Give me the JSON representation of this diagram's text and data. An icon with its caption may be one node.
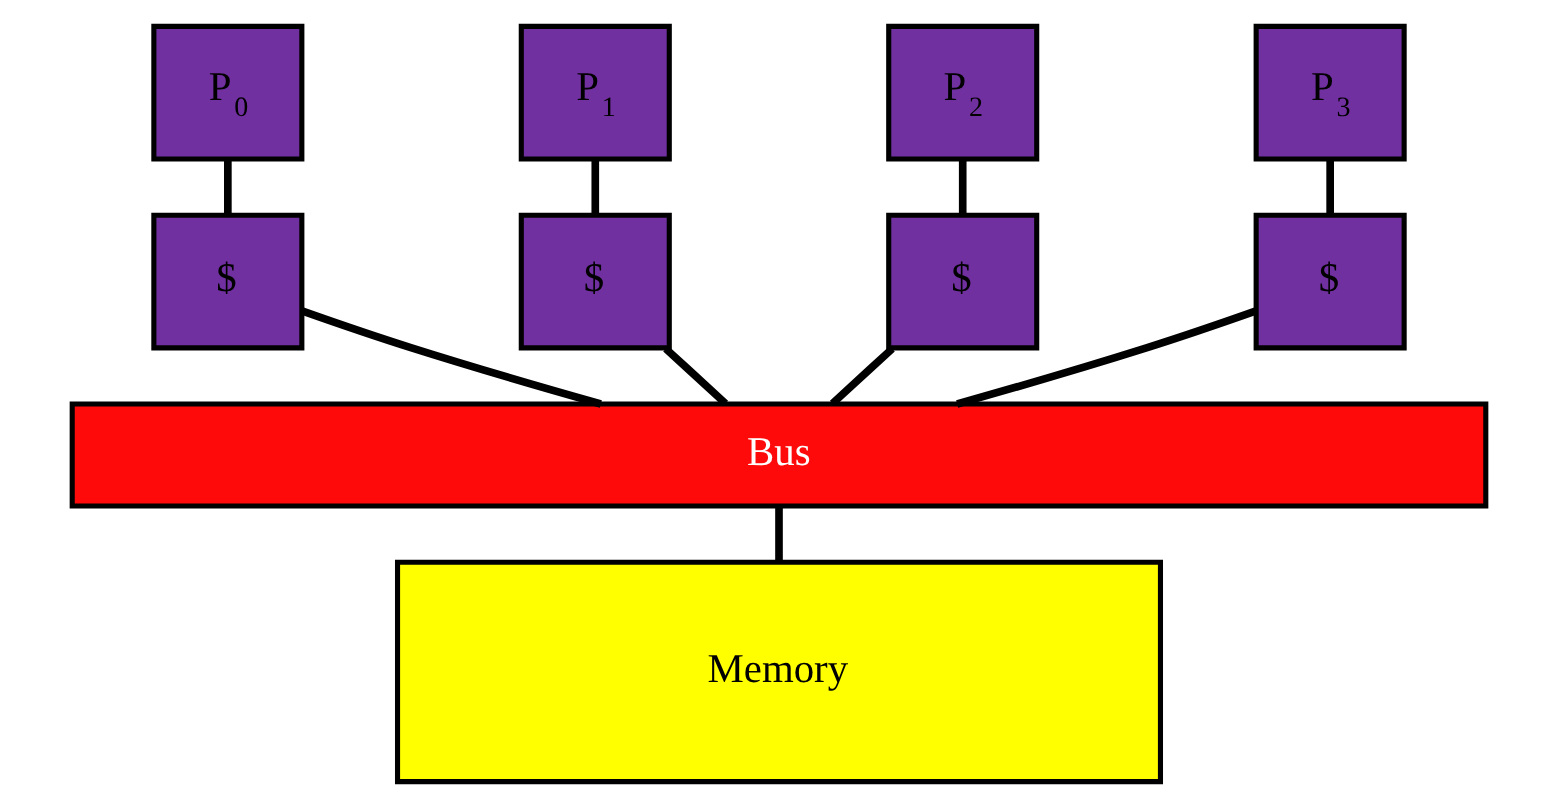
{
  "diagram": {
    "nodes": [
      {
        "text": [
          "P$_{0}$"
        ]
      },
      {
        "text": [
          "P$_{1}$"
        ]
      },
      {
        "text": [
          "P$_{2}$"
        ]
      },
      {
        "text": [
          "P$_{3}$"
        ]
      },
      {
        "text": [
          "$"
        ]
      },
      {
        "text": [
          "$"
        ]
      },
      {
        "text": [
          "$"
        ]
      },
      {
        "text": [
          "$"
        ]
      },
      {
        "text": [
          "Bus"
        ]
      },
      {
        "text": [
          "Memory"
        ]
      }
    ],
    "edges": [
      {
        "from": 0,
        "to": 4,
        "arrow": "none"
      },
      {
        "from": 1,
        "to": 5,
        "arrow": "none"
      },
      {
        "from": 2,
        "to": 6,
        "arrow": "none"
      },
      {
        "from": 3,
        "to": 7,
        "arrow": "none"
      },
      {
        "from": 4,
        "to": 8,
        "arrow": "none"
      },
      {
        "from": 5,
        "to": 8,
        "arrow": "none"
      },
      {
        "from": 6,
        "to": 8,
        "arrow": "none"
      },
      {
        "from": 7,
        "to": 8,
        "arrow": "none"
      },
      {
        "from": 8,
        "to": 9,
        "arrow": "none"
      }
    ]
  }
}
